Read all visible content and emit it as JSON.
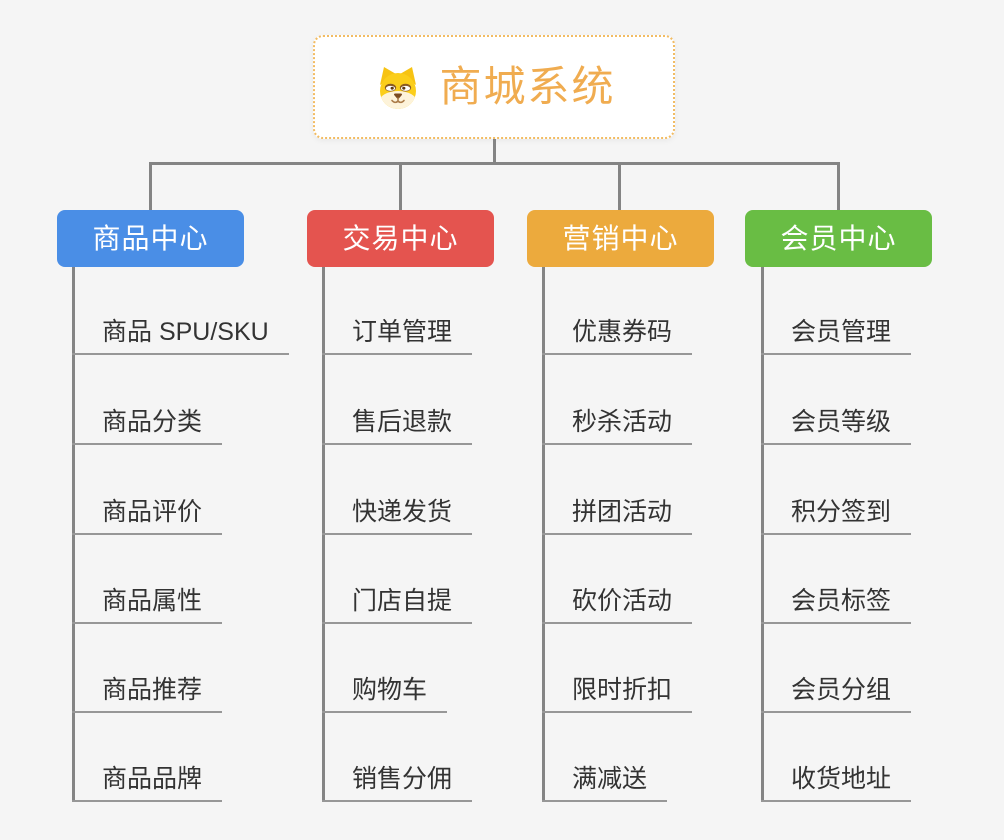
{
  "root": {
    "label": "商城系统",
    "icon": "dog-face-icon"
  },
  "colors": {
    "background": "#f5f5f5",
    "connector": "#848484",
    "leaf_text": "#333333",
    "leaf_underline": "#979797",
    "root_text": "#f0ac50",
    "root_border": "#f2bc63",
    "root_background": "#ffffff"
  },
  "branches": [
    {
      "label": "商品中心",
      "color": "#4a8ee6",
      "children": [
        "商品 SPU/SKU",
        "商品分类",
        "商品评价",
        "商品属性",
        "商品推荐",
        "商品品牌"
      ]
    },
    {
      "label": "交易中心",
      "color": "#e4544f",
      "children": [
        "订单管理",
        "售后退款",
        "快递发货",
        "门店自提",
        "购物车",
        "销售分佣"
      ]
    },
    {
      "label": "营销中心",
      "color": "#ecaa3d",
      "children": [
        "优惠券码",
        "秒杀活动",
        "拼团活动",
        "砍价活动",
        "限时折扣",
        "满减送"
      ]
    },
    {
      "label": "会员中心",
      "color": "#69bd44",
      "children": [
        "会员管理",
        "会员等级",
        "积分签到",
        "会员标签",
        "会员分组",
        "收货地址"
      ]
    }
  ]
}
